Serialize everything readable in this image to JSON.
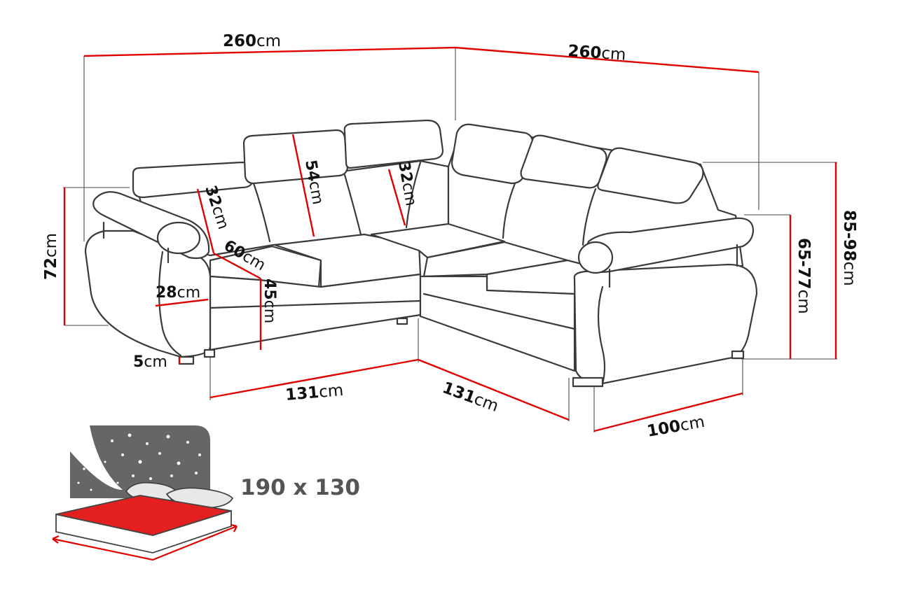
{
  "unit": "cm",
  "dimensions": {
    "top_left_width": "260",
    "top_right_width": "260",
    "left_height": "72",
    "right_inner_height": "65-77",
    "right_outer_height": "85-98",
    "headrest_left": "32",
    "headrest_mid": "54",
    "headrest_right": "32",
    "seat_depth": "60",
    "seat_height": "45",
    "armrest_width": "28",
    "leg_height": "5",
    "bottom_left": "131",
    "bottom_mid": "131",
    "bottom_right": "100"
  },
  "bed": {
    "size": "190 x 130",
    "colors": {
      "mattress": "#e41f1f",
      "night": "#666666"
    }
  },
  "colors": {
    "dimension_line": "#e00000",
    "outline": "#3a3a3a"
  }
}
